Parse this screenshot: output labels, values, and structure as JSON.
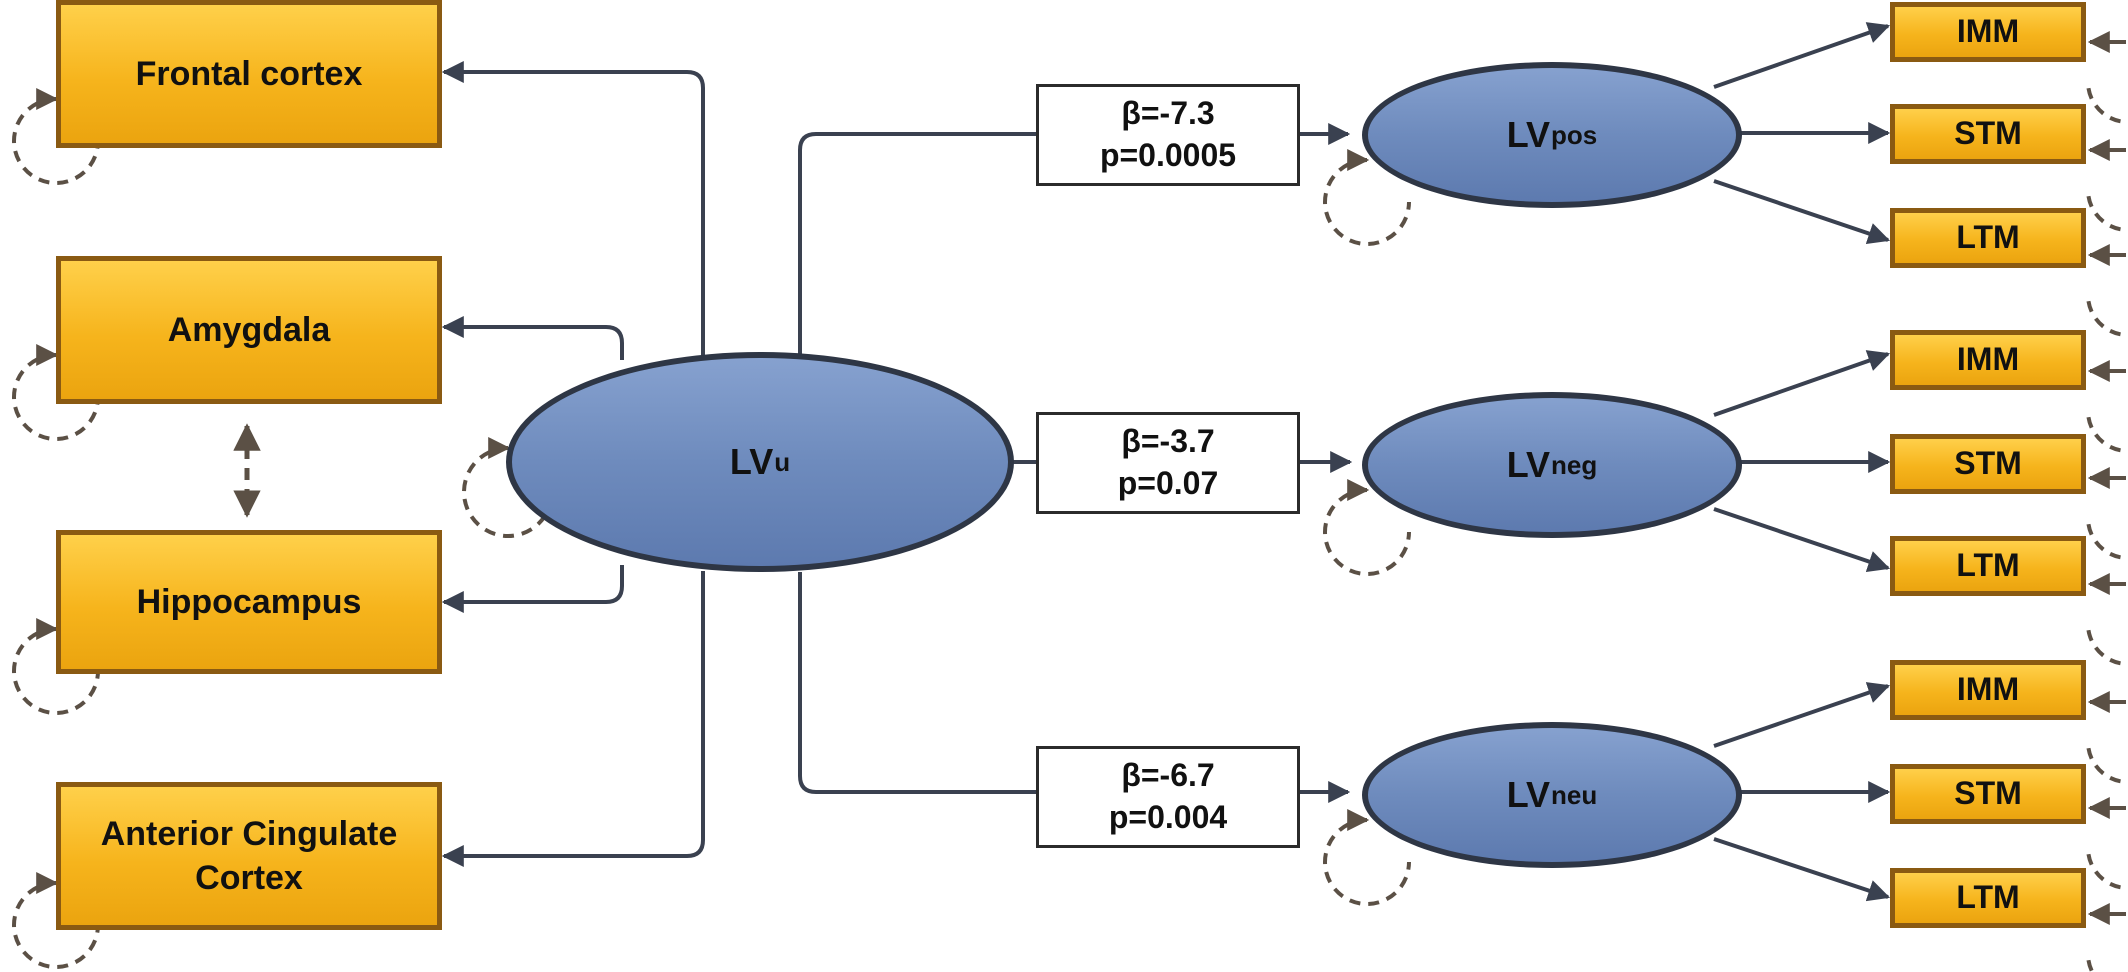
{
  "regions": [
    {
      "id": "frontal",
      "label": "Frontal cortex"
    },
    {
      "id": "amygdala",
      "label": "Amygdala"
    },
    {
      "id": "hippocampus",
      "label": "Hippocampus"
    },
    {
      "id": "acc",
      "label": "Anterior Cingulate Cortex"
    }
  ],
  "latent": {
    "u": {
      "main": "LV",
      "sub": "u"
    },
    "pos": {
      "main": "LV",
      "sub": "pos"
    },
    "neg": {
      "main": "LV",
      "sub": "neg"
    },
    "neu": {
      "main": "LV",
      "sub": "neu"
    }
  },
  "paths": {
    "pos": {
      "beta": "β=-7.3",
      "p": "p=0.0005"
    },
    "neg": {
      "beta": "β=-3.7",
      "p": "p=0.07"
    },
    "neu": {
      "beta": "β=-6.7",
      "p": "p=0.004"
    }
  },
  "indicators": {
    "pos": [
      "IMM",
      "STM",
      "LTM"
    ],
    "neg": [
      "IMM",
      "STM",
      "LTM"
    ],
    "neu": [
      "IMM",
      "STM",
      "LTM"
    ]
  },
  "colors": {
    "box_fill": "#f6b41c",
    "box_border": "#8a5a12",
    "ellipse_fill": "#6e8bbd",
    "ellipse_border": "#2e3645",
    "line": "#3a4150",
    "error_arrow": "#5b5045"
  }
}
